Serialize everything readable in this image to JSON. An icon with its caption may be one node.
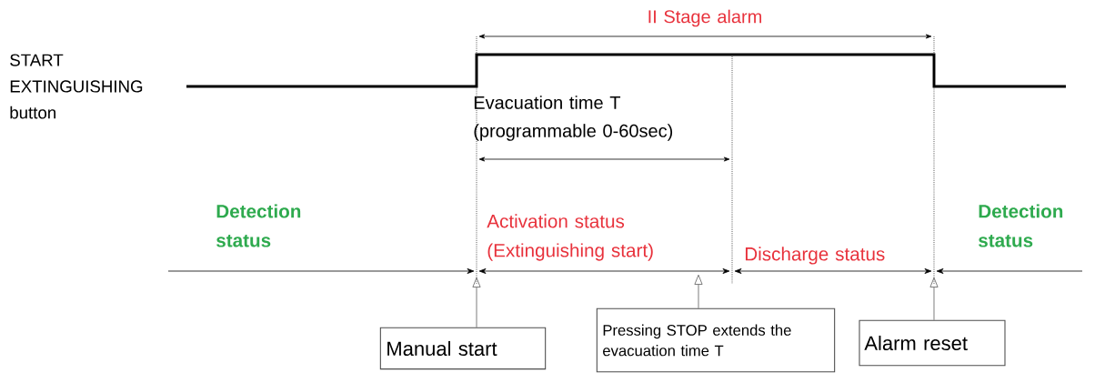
{
  "diagram": {
    "nodes": [
      {
        "text": [
          "Manual start"
        ]
      },
      {
        "text": [
          "Pressing STOP extends the evacuation time T"
        ]
      },
      {
        "text": [
          "Alarm reset"
        ]
      }
    ],
    "edges": [
      {
        "from": 0,
        "to": null,
        "arrow": "to"
      },
      {
        "from": 1,
        "to": null,
        "arrow": "to"
      },
      {
        "from": 2,
        "to": null,
        "arrow": "to"
      }
    ],
    "labels": [
      "II Stage alarm",
      "START EXTINGUISHING button",
      "Evacuation time T (programmable 0-60sec)",
      "Detection status",
      "Activation status (Extinguishing start)",
      "Discharge status",
      "Detection status"
    ]
  }
}
